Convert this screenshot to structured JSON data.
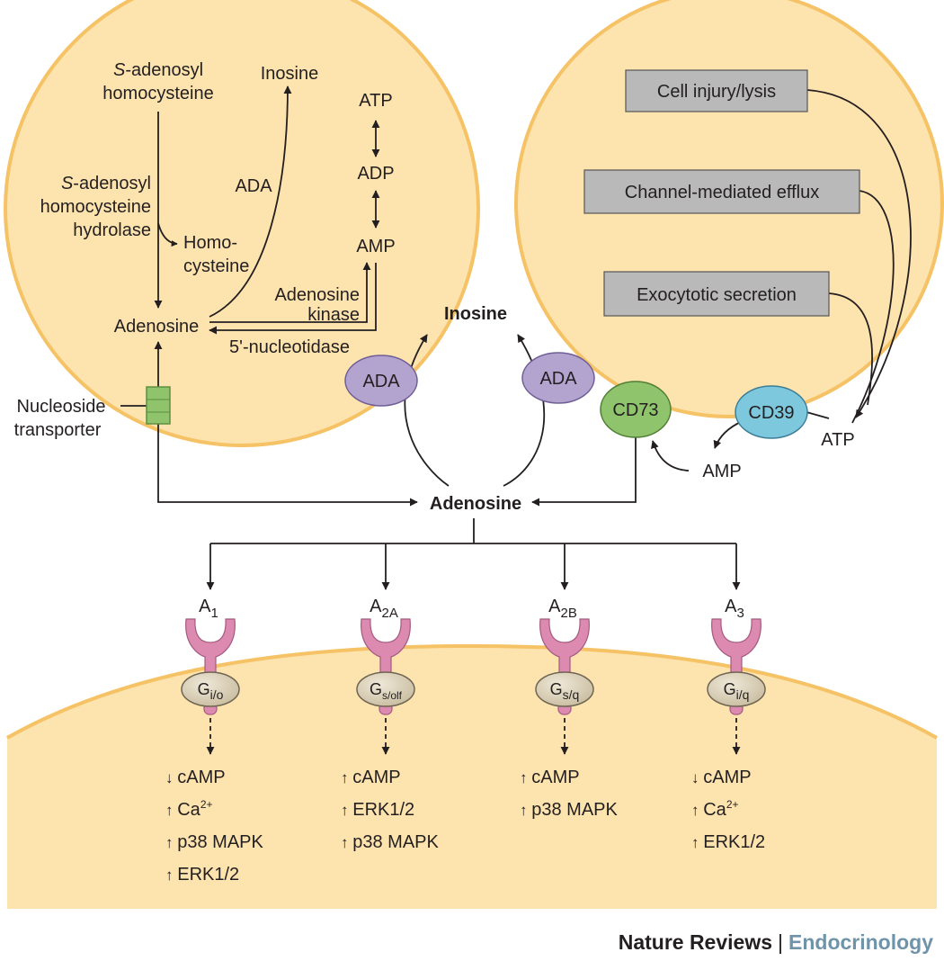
{
  "left_cell": {
    "sah_1a": "S",
    "sah_1b": "-adenosyl",
    "sah_2": "homocysteine",
    "inosine": "Inosine",
    "atp": "ATP",
    "adp": "ADP",
    "amp": "AMP",
    "ada": "ADA",
    "hydrolase_1a": "S",
    "hydrolase_1b": "-adenosyl",
    "hydrolase_2": "homocysteine",
    "hydrolase_3": "hydrolase",
    "homo_1": "Homo-",
    "homo_2": "cysteine",
    "kinase_1": "Adenosine",
    "kinase_2": "kinase",
    "adenosine": "Adenosine",
    "nucleotidase": "5'-nucleotidase"
  },
  "transporter": {
    "line1": "Nucleoside",
    "line2": "transporter"
  },
  "right_cell": {
    "boxes": [
      "Cell injury/lysis",
      "Channel-mediated efflux",
      "Exocytotic secretion"
    ],
    "cd39": "CD39",
    "atp": "ATP"
  },
  "extracellular": {
    "inosine": "Inosine",
    "ada_left": "ADA",
    "ada_right": "ADA",
    "cd73": "CD73",
    "amp": "AMP",
    "adenosine": "Adenosine"
  },
  "receptors": [
    {
      "name": "A",
      "sub": "1",
      "g": "G",
      "g_sub": "i/o",
      "effects": [
        {
          "dir": "↓",
          "text": "cAMP"
        },
        {
          "dir": "↑",
          "text": "Ca",
          "sup": "2+"
        },
        {
          "dir": "↑",
          "text": "p38 MAPK"
        },
        {
          "dir": "↑",
          "text": "ERK1/2"
        }
      ]
    },
    {
      "name": "A",
      "sub": "2A",
      "g": "G",
      "g_sub": "s/olf",
      "effects": [
        {
          "dir": "↑",
          "text": "cAMP"
        },
        {
          "dir": "↑",
          "text": "ERK1/2"
        },
        {
          "dir": "↑",
          "text": "p38 MAPK"
        }
      ]
    },
    {
      "name": "A",
      "sub": "2B",
      "g": "G",
      "g_sub": "s/q",
      "effects": [
        {
          "dir": "↑",
          "text": "cAMP"
        },
        {
          "dir": "↑",
          "text": "p38 MAPK"
        }
      ]
    },
    {
      "name": "A",
      "sub": "3",
      "g": "G",
      "g_sub": "i/q",
      "effects": [
        {
          "dir": "↓",
          "text": "cAMP"
        },
        {
          "dir": "↑",
          "text": "Ca",
          "sup": "2+"
        },
        {
          "dir": "↑",
          "text": "ERK1/2"
        }
      ]
    }
  ],
  "footer": {
    "journal": "Nature Reviews",
    "separator": "|",
    "section": "Endocrinology"
  },
  "colors": {
    "cell_fill": "#fde3ae",
    "cell_stroke": "#f5c265",
    "box_fill": "#b9b9b9",
    "ada_fill": "#b3a4cf",
    "cd73_fill": "#8fc46c",
    "cd39_fill": "#7ec8de",
    "receptor_fill": "#dd8ab0",
    "gprotein_fill": "#d6ccb4",
    "transporter_fill": "#8fc46c"
  }
}
